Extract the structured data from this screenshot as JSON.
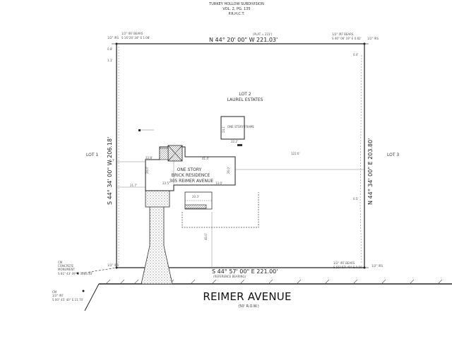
{
  "header": {
    "line1": "TURKEY HOLLOW SUBDIVISION",
    "line2": "VOL. 2, PG. 135",
    "line3": "P.R.H.C.T."
  },
  "boundary": {
    "north": "N 44° 20' 00\" W   221.03'",
    "north_plat": "(PLAT = 221')",
    "west": "S 44° 34' 00\" W   206.18'",
    "east": "N 44° 34' 00\" E   203.80'",
    "south": "S 44° 57' 00\" E   221.00'",
    "south_note": "(REFERENCE BEARING)"
  },
  "lots": {
    "lot2": "LOT 2",
    "laurel": "LAUREL ESTATES",
    "lot1": "LOT 1",
    "lot3": "LOT 3"
  },
  "residence": {
    "line1": "ONE STORY",
    "line2": "BRICK RESIDENCE",
    "line3": "305 REIMER AVENUE"
  },
  "street": {
    "name": "REIMER AVENUE",
    "row": "(50' R.O.W.)"
  },
  "corners": {
    "nw_iron": "1/2\" IRS",
    "nw_bears": "1/2\" IRF BEARS",
    "nw_bears2": "S 16°26' 34\" E  1.08'",
    "ne_bears": "1/2\" IRF BEARS",
    "ne_bears2": "S 46° 06' 19\" E  0.82'",
    "ne_iron": "1/2\" IRS",
    "se_bears": "1/2\" IRF BEARS",
    "se_bears2": "S 55° 57' 40\" E  0.56'",
    "se_iron": "1/2\" IRS",
    "sw_iron": "1/2\" IRS",
    "cm_line1": "CM",
    "cm_line2": "CONCRETE",
    "cm_line3": "MONUMENT",
    "cm_line4": "S 61° 43' 09\" E   1283.40'",
    "cm2_line1": "CM",
    "cm2_line2": "1/2\" IRF",
    "cm2_line3": "S 00° 45' 40\" E  21.70'"
  },
  "dims": {
    "d0_4": "0.4'",
    "d0_8": "0.8'",
    "d1_1": "1.1'",
    "d0_7": "0.7'",
    "d21_7": "21.7'",
    "d41_4": "41.4'",
    "d26_0": "26.0'",
    "d26_0b": "26.0'",
    "d22_8": "22.8'",
    "d122_6": "122.6'",
    "d0_5": "0.5'",
    "d40_0": "40.0'",
    "d23_5": "23.5'",
    "d22_2": "22.2'",
    "d24_1": "24.1'",
    "d13_0": "13.0'",
    "d20_3": "20.3'",
    "one_story_frame": "ONE STORY FRAME"
  }
}
